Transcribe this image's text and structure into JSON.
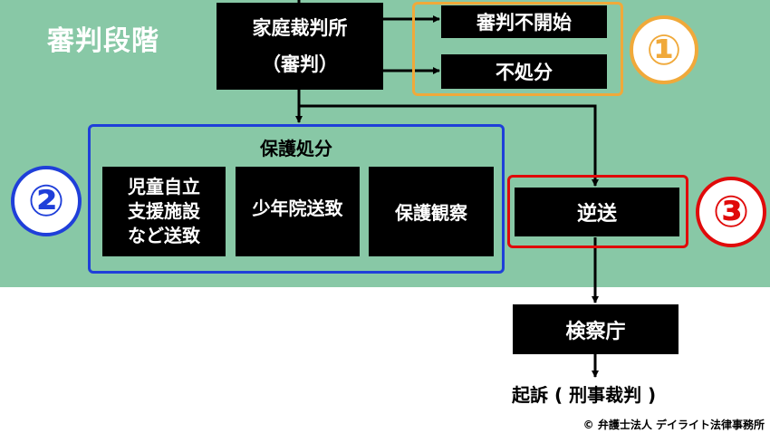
{
  "stage_title": "審判段階",
  "court": {
    "line1": "家庭裁判所",
    "line2": "（審判）"
  },
  "group1": {
    "number": "①",
    "items": [
      "審判不開始",
      "不処分"
    ]
  },
  "group2": {
    "number": "②",
    "label": "保護処分",
    "items": [
      {
        "lines": [
          "児童自立",
          "支援施設",
          "など送致"
        ]
      },
      {
        "lines": [
          "少年院送致"
        ]
      },
      {
        "lines": [
          "保護観察"
        ]
      }
    ]
  },
  "group3": {
    "number": "③",
    "label": "逆送"
  },
  "prosecutor": "検察庁",
  "final": "起訴 ( 刑事裁判 )",
  "copyright": "© 弁護士法人 デイライト法律事務所",
  "colors": {
    "stage_bg": "#88c8a6",
    "orange": "#f0a93a",
    "blue": "#1f3fd9",
    "red": "#e00a0a"
  }
}
